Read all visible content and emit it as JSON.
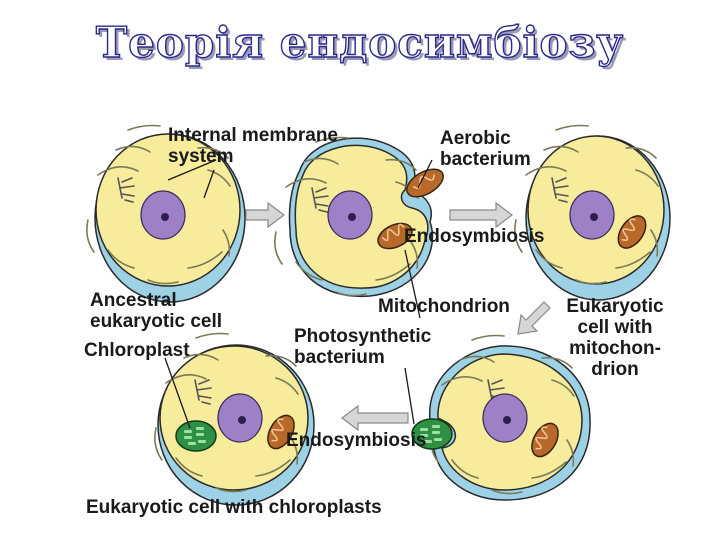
{
  "title": "Теорія ендосимбіозу",
  "labels": {
    "internal_membrane_system": "Internal membrane\nsystem",
    "aerobic_bacterium": "Aerobic\nbacterium",
    "endosymbiosis_top": "Endosymbiosis",
    "ancestral_cell": "Ancestral\neukaryotic cell",
    "mitochondrion": "Mitochondrion",
    "eukaryotic_with_mito": "Eukaryotic\ncell with\nmitochon-\ndrion",
    "chloroplast": "Chloroplast",
    "photosynthetic_bacterium": "Photosynthetic\nbacterium",
    "endosymbiosis_bottom": "Endosymbiosis",
    "eukaryotic_with_chloro": "Eukaryotic cell with chloroplasts"
  },
  "colors": {
    "cytoplasm": "#f7eb9c",
    "cell_outline": "#2a2a2a",
    "membrane_band": "#9dd2e6",
    "nucleus": "#9d80c6",
    "mitochondrion": "#b8692a",
    "chloroplast": "#2f8f43",
    "arrow": "#d6d6d6",
    "title_outline": "#2a2a8a"
  }
}
